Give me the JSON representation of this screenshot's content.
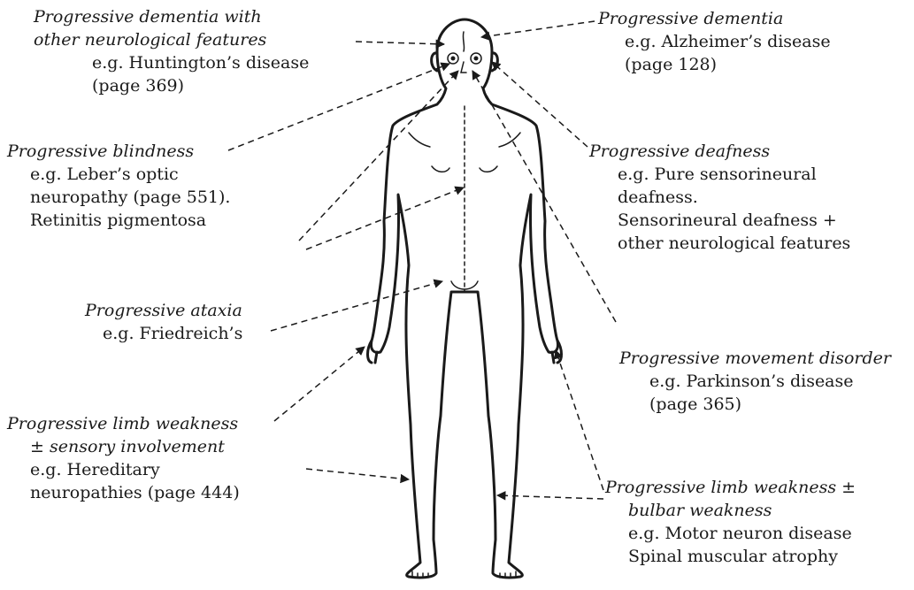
{
  "labels": {
    "dementia_neuro": {
      "title_lines": [
        "Progressive dementia with",
        "other neurological features"
      ],
      "example_lines": [
        "e.g. Huntington’s disease",
        "(page 369)"
      ]
    },
    "dementia": {
      "title_lines": [
        "Progressive dementia"
      ],
      "example_lines": [
        "e.g. Alzheimer’s disease",
        "(page 128)"
      ]
    },
    "blindness": {
      "title_lines": [
        "Progressive blindness"
      ],
      "example_lines": [
        "e.g. Leber’s optic",
        "neuropathy (page 551).",
        "Retinitis pigmentosa"
      ]
    },
    "deafness": {
      "title_lines": [
        "Progressive deafness"
      ],
      "example_lines": [
        "e.g. Pure sensorineural",
        "deafness.",
        "Sensorineural deafness +",
        "other neurological features"
      ]
    },
    "ataxia": {
      "title_lines": [
        "Progressive ataxia"
      ],
      "example_lines": [
        "e.g. Friedreich’s"
      ]
    },
    "movement": {
      "title_lines": [
        "Progressive movement disorder"
      ],
      "example_lines": [
        "e.g. Parkinson’s disease",
        "(page 365)"
      ]
    },
    "limb_sensory": {
      "title_lines": [
        "Progressive limb weakness",
        "± sensory involvement"
      ],
      "example_lines": [
        "e.g. Hereditary",
        "neuropathies (page 444)"
      ]
    },
    "limb_bulbar": {
      "title_lines": [
        "Progressive limb weakness ±",
        "bulbar weakness"
      ],
      "example_lines": [
        "e.g. Motor neuron disease",
        "Spinal muscular atrophy"
      ]
    }
  },
  "colors": {
    "ink": "#1a1a1a",
    "background": "#ffffff"
  }
}
